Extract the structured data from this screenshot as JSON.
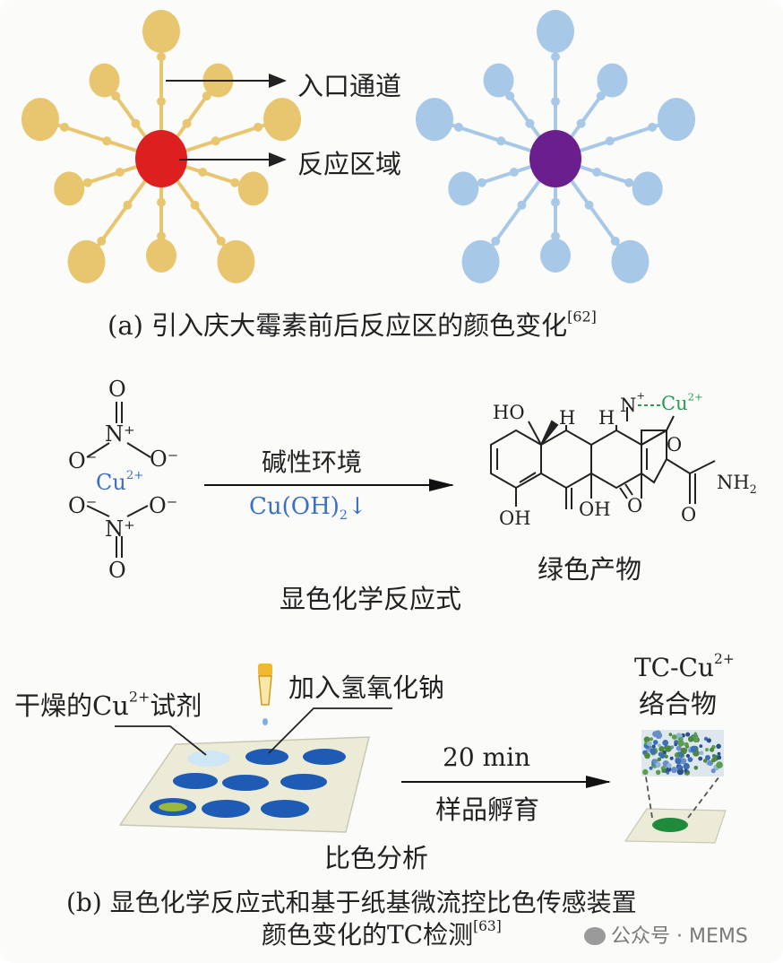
{
  "panel_a": {
    "label_inlet": "入口通道",
    "label_reaction": "反应区域",
    "caption": "(a) 引入庆大霉素前后反应区的颜色变化",
    "caption_ref": "[62]",
    "colors": {
      "channel_before": "#e8c670",
      "zone_before": "#dd1f1f",
      "channel_after": "#a7c8e6",
      "zone_after": "#6b1f8f"
    }
  },
  "panel_reaction": {
    "cu": "Cu",
    "cu_charge": "2+",
    "o": "O",
    "o_minus": "O⁻",
    "n_plus": "N⁺",
    "condition": "碱性环境",
    "precipitate": "Cu(OH)",
    "precipitate_sub": "2",
    "precipitate_arrow": "↓",
    "product_label": "绿色产物",
    "equation_title": "显色化学反应式",
    "mol_ho": "HO",
    "mol_h": "H",
    "mol_oh": "OH",
    "mol_nh2": "NH",
    "mol_nh2_sub": "2",
    "mol_n_plus": "N",
    "plus": "+",
    "colors": {
      "blue_text": "#3a6fc4",
      "cu_green": "#2a9a55"
    }
  },
  "panel_b": {
    "reagent_label": "干燥的Cu",
    "reagent_charge": "2+",
    "reagent_suffix": "试剂",
    "naoh_label": "加入氢氧化钠",
    "time": "20 min",
    "incubation": "样品孵育",
    "complex_label": "TC-Cu",
    "complex_charge": "2+",
    "complex_label2": "络合物",
    "analysis": "比色分析",
    "caption_line1": "(b) 显色化学反应式和基于纸基微流控比色传感装置",
    "caption_line2": "颜色变化的TC检测",
    "caption_ref": "[63]",
    "colors": {
      "well": "#1d5bb4",
      "paper": "#ecebd8",
      "complex_spot": "#1e8a3a"
    }
  },
  "watermark": "公众号 · MEMS"
}
